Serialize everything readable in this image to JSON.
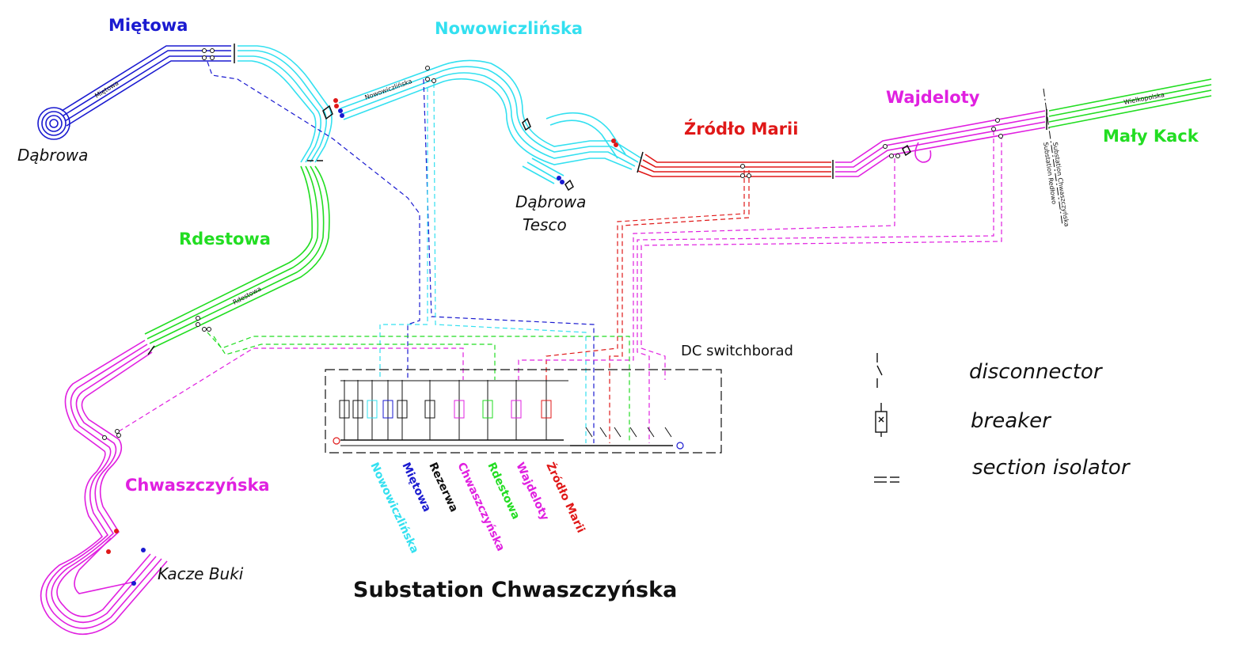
{
  "title": "Substation Chwaszczyńska",
  "colors": {
    "mietowa": "#1a1ad0",
    "nowowiczlinska": "#33e0f0",
    "zrodlo_marii": "#e01818",
    "wajdeloty": "#e020e0",
    "maly_kack": "#22dd22",
    "rdestowa": "#22dd22",
    "chwaszczynska": "#e020e0",
    "rezerwa": "#111111"
  },
  "sections": {
    "mietowa": "Miętowa",
    "nowowiczlinska": "Nowowiczlińska",
    "zrodlo_marii": "Źródło Marii",
    "wajdeloty": "Wajdeloty",
    "maly_kack": "Mały Kack",
    "rdestowa": "Rdestowa",
    "chwaszczynska": "Chwaszczyńska"
  },
  "places": {
    "dabrowa": "Dąbrowa",
    "dabrowa_tesco_1": "Dąbrowa",
    "dabrowa_tesco_2": "Tesco",
    "kacze_buki": "Kacze Buki"
  },
  "street_labels": {
    "mietowa": "Miętowa",
    "nowowiczlinska": "Nowowiczlińska",
    "rdestowa": "Rdestowa",
    "wielkopolska": "Wielkopolska",
    "boundary_1": "Substation Redłowo",
    "boundary_2": "Substation Chwaszczyńska"
  },
  "switchboard": {
    "label": "DC switchborad",
    "feeders": [
      {
        "name": "Nowowiczlińska",
        "color": "#33e0f0"
      },
      {
        "name": "Miętowa",
        "color": "#1a1ad0"
      },
      {
        "name": "Rezerwa",
        "color": "#111111"
      },
      {
        "name": "Chwaszczyńska",
        "color": "#e020e0"
      },
      {
        "name": "Rdestowa",
        "color": "#22dd22"
      },
      {
        "name": "Wajdeloty",
        "color": "#e020e0"
      },
      {
        "name": "Źródło Marii",
        "color": "#e01818"
      }
    ]
  },
  "legend": {
    "disconnector": "disconnector",
    "breaker": "breaker",
    "section_isolator": "section isolator"
  }
}
